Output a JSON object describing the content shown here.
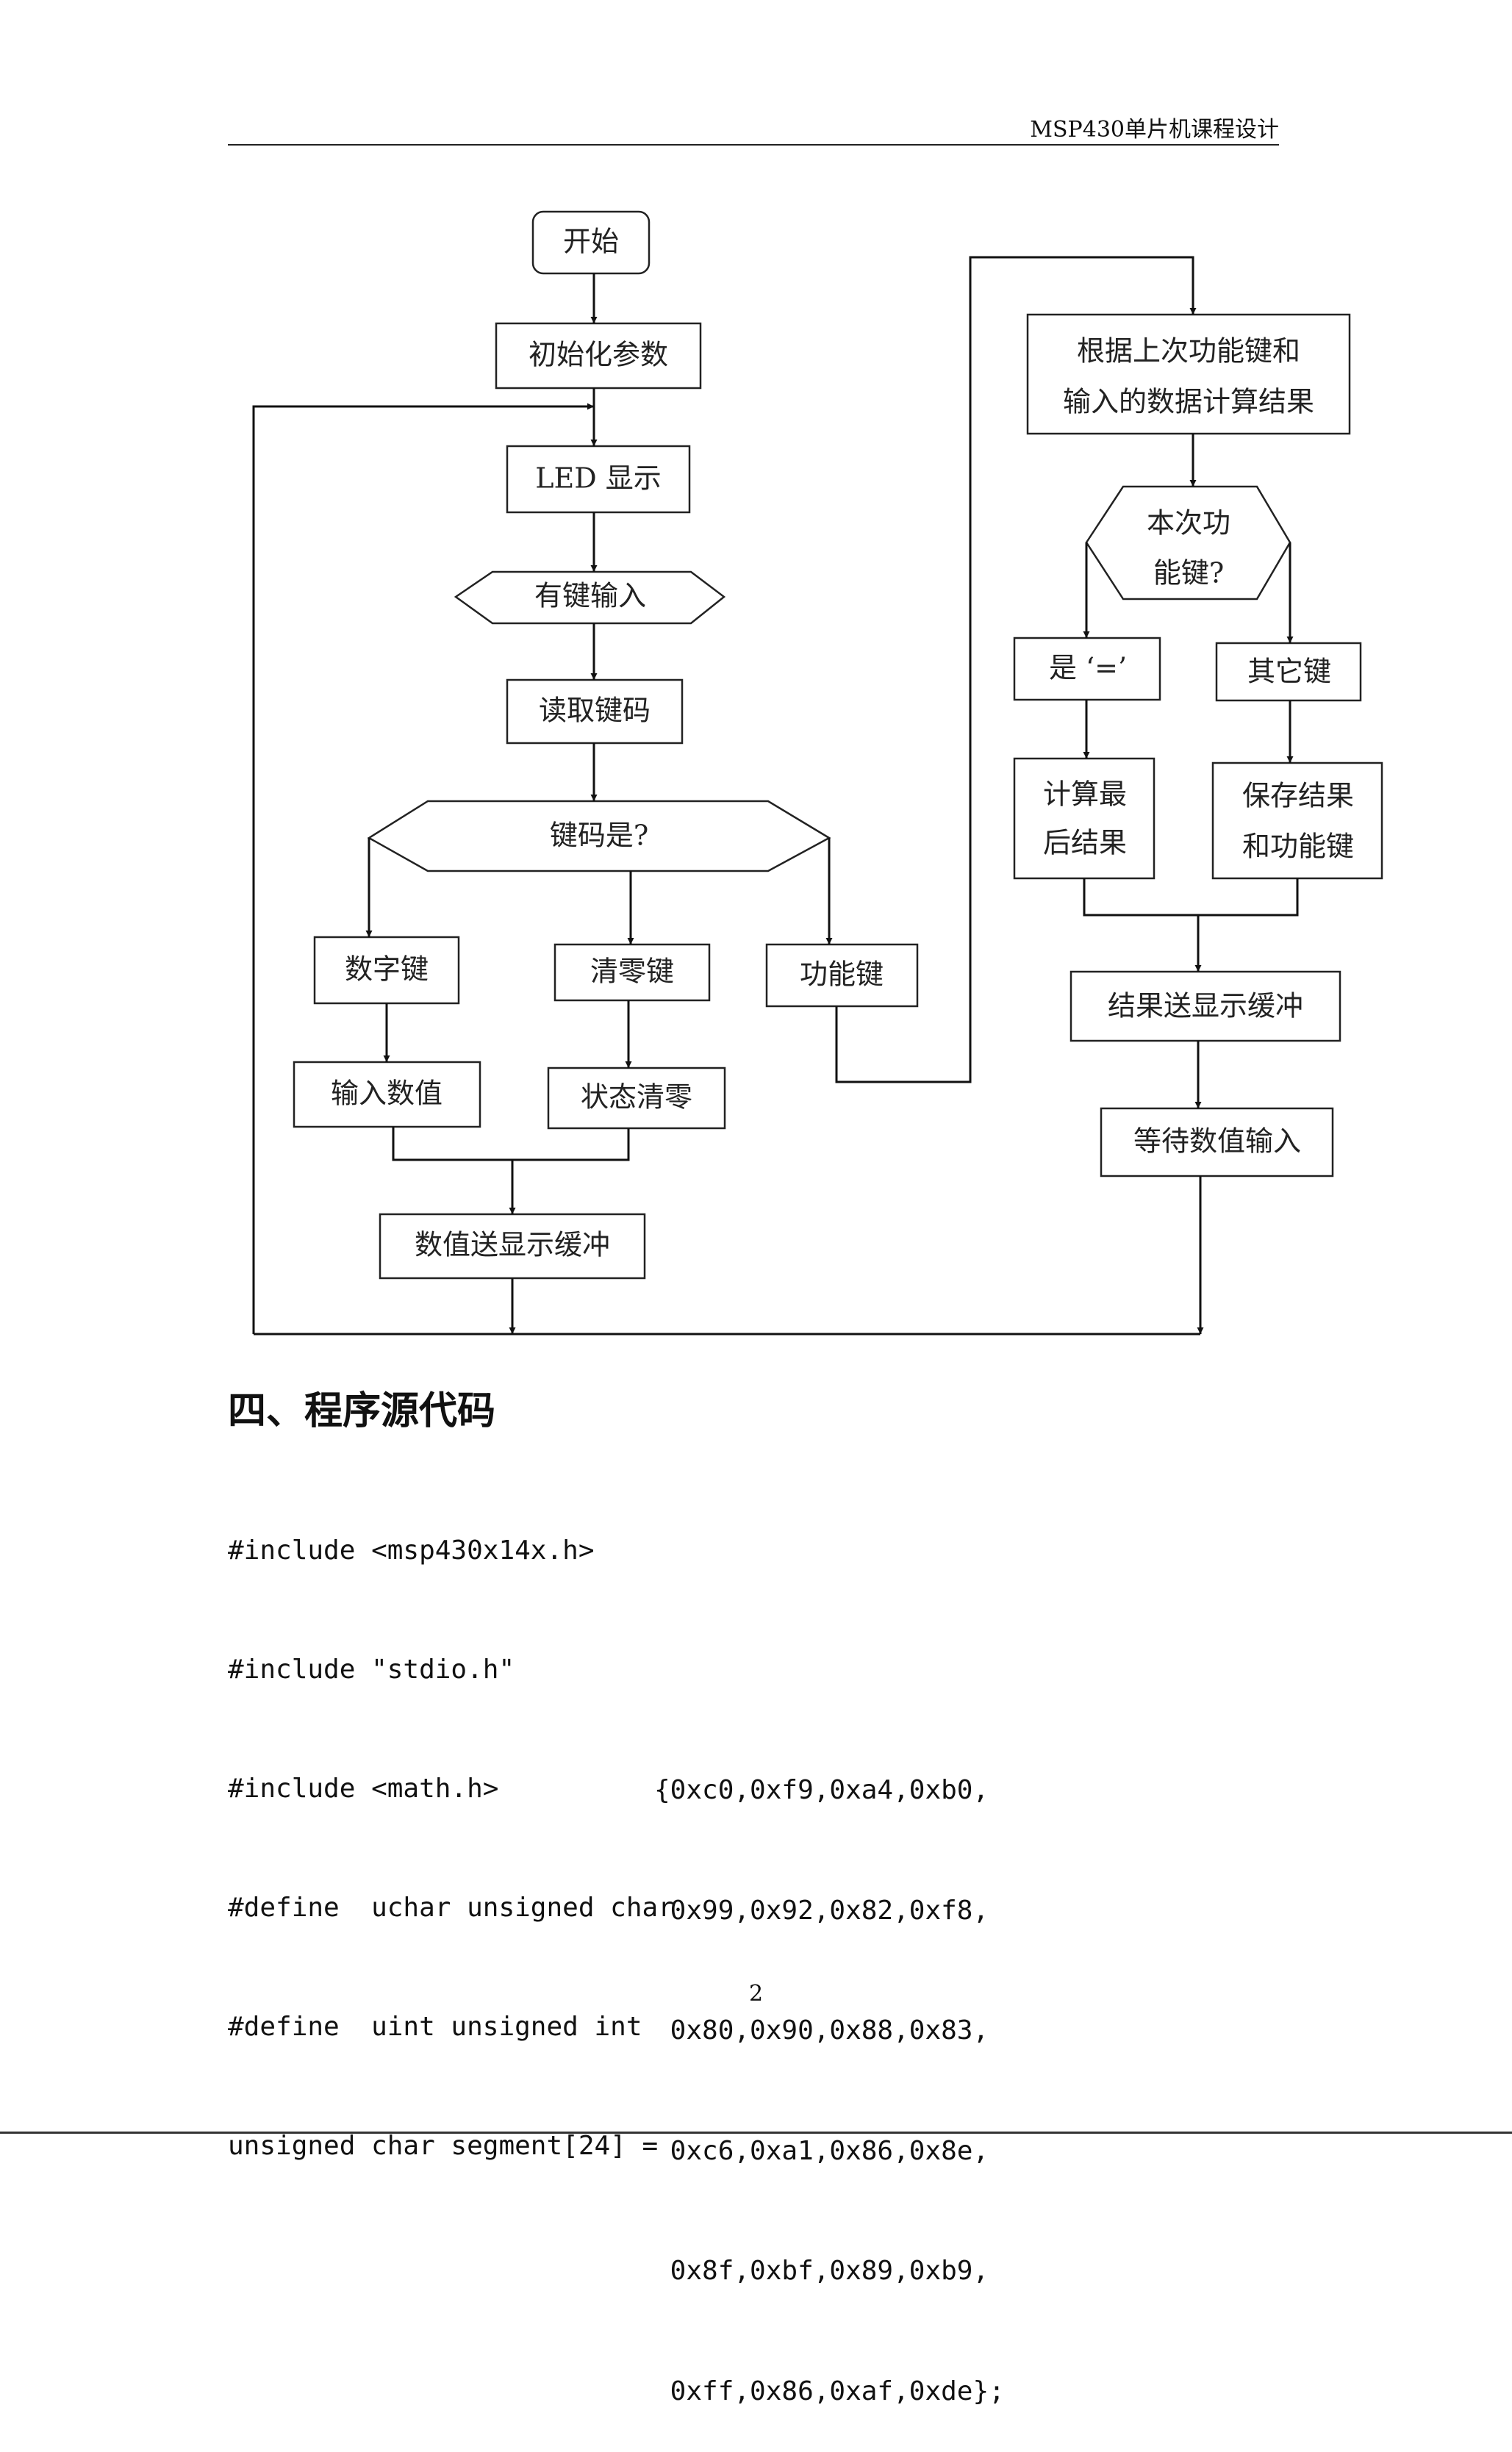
{
  "header": {
    "title": "MSP430单片机课程设计"
  },
  "flowchart": {
    "start": "开始",
    "init": "初始化参数",
    "led_display": "LED 显示",
    "key_input": "有键输入",
    "read_keycode": "读取键码",
    "keycode_decision": "键码是?",
    "number_key": "数字键",
    "clear_key": "清零键",
    "function_key": "功能键",
    "input_value": "输入数值",
    "state_clear": "状态清零",
    "value_to_buffer": "数值送显示缓冲",
    "compute_line1": "根据上次功能键和",
    "compute_line2": "输入的数据计算结果",
    "this_func_line1": "本次功",
    "this_func_line2": "能键?",
    "is_equal": "是 ‘=’",
    "other_key": "其它键",
    "final_line1": "计算最",
    "final_line2": "后结果",
    "save_line1": "保存结果",
    "save_line2": "和功能键",
    "result_to_buffer": "结果送显示缓冲",
    "wait_input": "等待数值输入"
  },
  "section": {
    "heading": "四、程序源代码"
  },
  "code": {
    "lines": [
      "#include <msp430x14x.h>",
      "#include \"stdio.h\"",
      "#include <math.h>",
      "#define  uchar unsigned char",
      "#define  uint unsigned int",
      "unsigned char segment[24] ="
    ],
    "array_lines": [
      "{0xc0,0xf9,0xa4,0xb0,",
      " 0x99,0x92,0x82,0xf8,",
      " 0x80,0x90,0x88,0x83,",
      " 0xc6,0xa1,0x86,0x8e,",
      " 0x8f,0xbf,0x89,0xb9,",
      " 0xff,0x86,0xaf,0xde};"
    ]
  },
  "footer": {
    "page_number": "2"
  }
}
